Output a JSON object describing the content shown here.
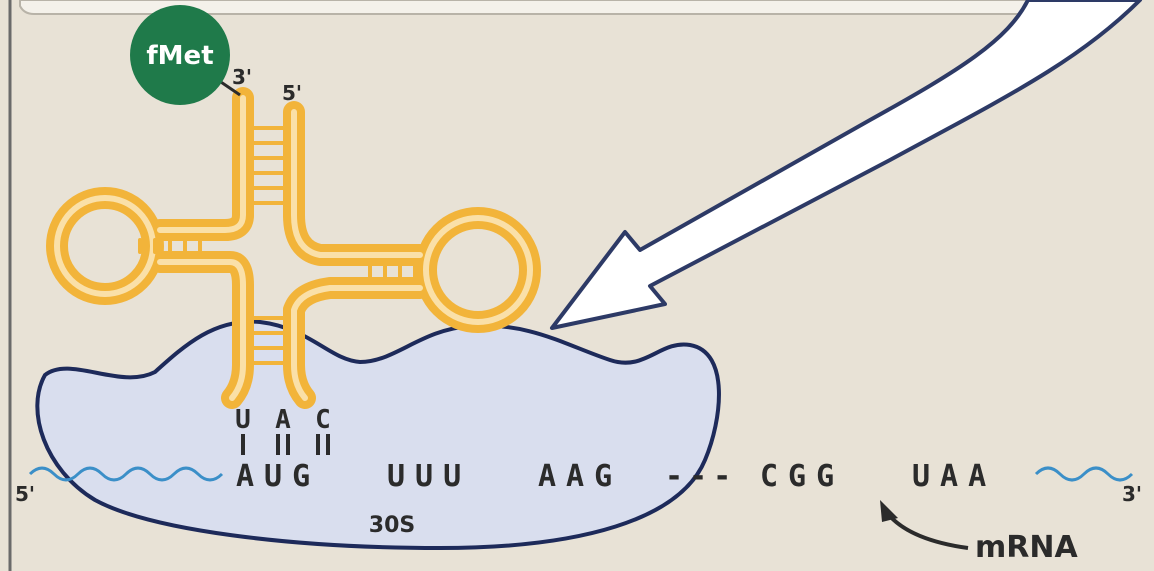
{
  "labels": {
    "amino_acid": "fMet",
    "trna_3prime": "3'",
    "trna_5prime": "5'",
    "anticodon": [
      "U",
      "A",
      "C"
    ],
    "mrna_5prime": "5'",
    "mrna_3prime": "3'",
    "codons": [
      "AUG",
      "UUU",
      "AAG",
      "CGG",
      "UAA"
    ],
    "gap_dashes": "---",
    "subunit": "30S",
    "mrna": "mRNA"
  },
  "colors": {
    "background": "#e8e2d6",
    "trna_fill": "#f2b43a",
    "trna_inner": "#fae0a8",
    "fmet_circle": "#1f7a4a",
    "ribosome_fill": "#d9deee",
    "ribosome_stroke": "#1d2a5a",
    "mrna_wave": "#3b8fc8",
    "arrow_fill": "#ffffff",
    "arrow_stroke": "#2d3a66"
  }
}
